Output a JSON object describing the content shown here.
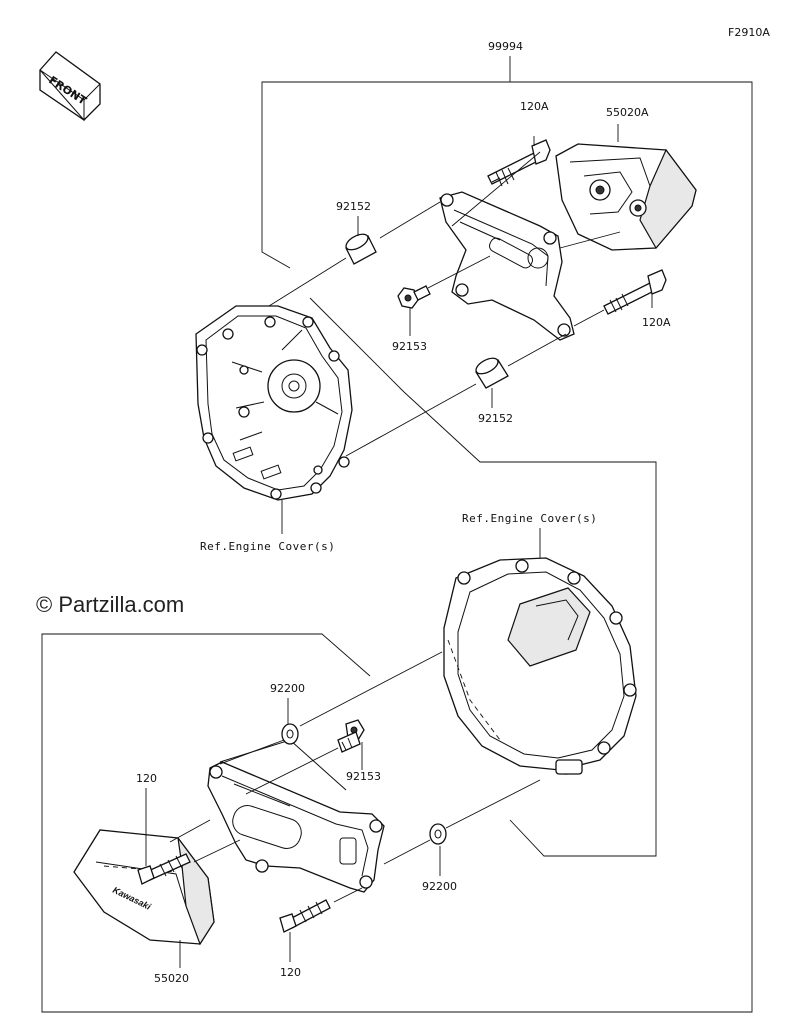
{
  "figure_code": "F2910A",
  "front_badge": "FRONT",
  "watermark": "© Partzilla.com",
  "kit_number": "99994",
  "upper": {
    "bolt_top": "120A",
    "slider_right": "55020A",
    "spacer_left": "92152",
    "screw": "92153",
    "bolt_right": "120A",
    "spacer_lower": "92152",
    "ref_cover": "Ref.Engine Cover(s)"
  },
  "lower": {
    "ref_cover": "Ref.Engine Cover(s)",
    "washer_top": "92200",
    "screw": "92153",
    "bolt_left": "120",
    "washer_right": "92200",
    "slider": "55020",
    "bolt_bottom": "120",
    "slider_brand": "Kawasaki"
  }
}
